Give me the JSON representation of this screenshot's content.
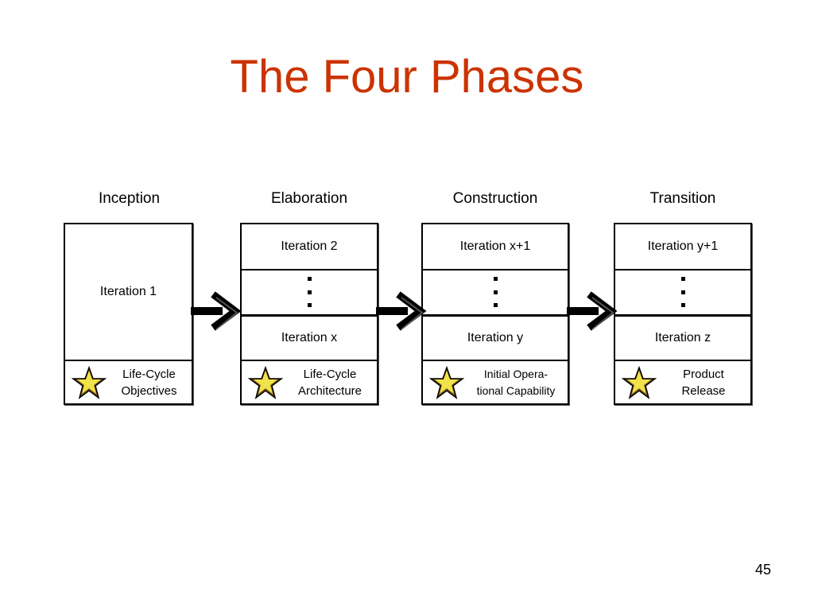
{
  "slide": {
    "title": "The Four Phases",
    "page_number": "45"
  },
  "phases": [
    {
      "label": "Inception",
      "iterations": [
        "Iteration 1"
      ],
      "milestone": [
        "Life-Cycle",
        "Objectives"
      ]
    },
    {
      "label": "Elaboration",
      "iterations": [
        "Iteration 2",
        "Iteration x"
      ],
      "milestone": [
        "Life-Cycle",
        "Architecture"
      ]
    },
    {
      "label": "Construction",
      "iterations": [
        "Iteration x+1",
        "Iteration y"
      ],
      "milestone": [
        "Initial Opera-",
        "tional Capability"
      ]
    },
    {
      "label": "Transition",
      "iterations": [
        "Iteration y+1",
        "Iteration z"
      ],
      "milestone": [
        "Product",
        "Release"
      ]
    }
  ],
  "colors": {
    "title": "#cc3300",
    "star_fill": "#f2e24a",
    "star_shadow": "#7a5a1e"
  }
}
